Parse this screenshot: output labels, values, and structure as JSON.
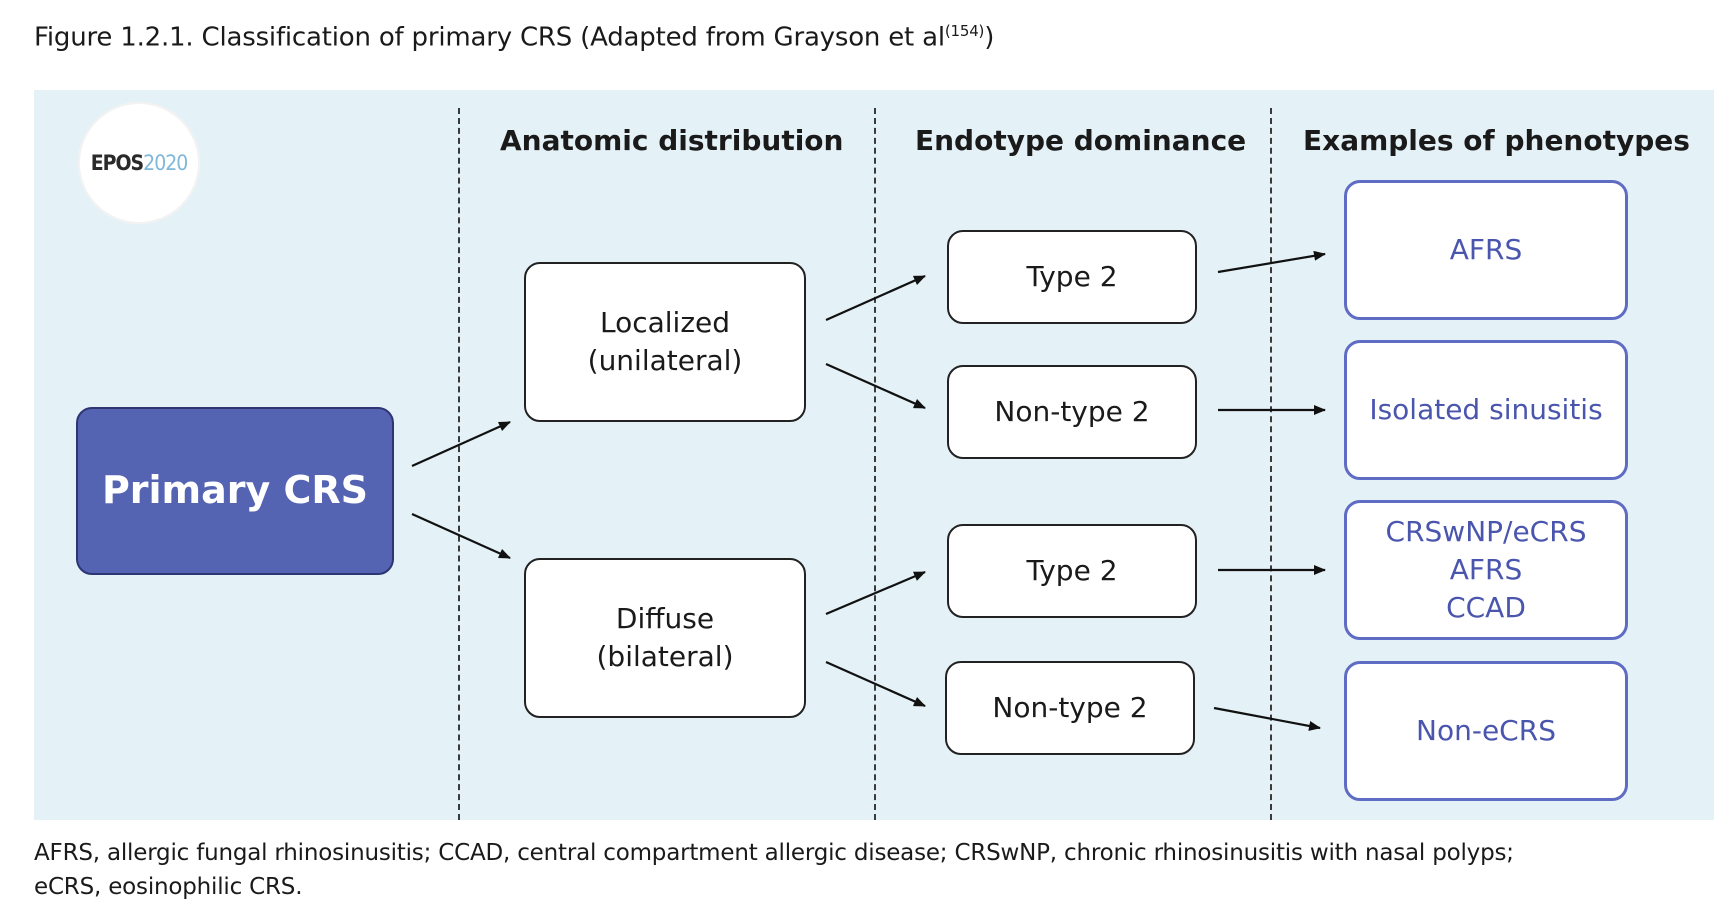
{
  "figure": {
    "caption": "Figure 1.2.1. Classification of primary CRS (Adapted from Grayson et al",
    "caption_ref": "(154)",
    "caption_close": ")"
  },
  "logo": {
    "brand": "EPOS",
    "year": "2020"
  },
  "headers": {
    "anatomic": "Anatomic distribution",
    "endotype": "Endotype dominance",
    "phenotype": "Examples of phenotypes"
  },
  "nodes": {
    "primary": "Primary CRS",
    "localized": [
      "Localized",
      "(unilateral)"
    ],
    "diffuse": [
      "Diffuse",
      "(bilateral)"
    ],
    "type2_a": "Type 2",
    "nontype2_a": "Non-type 2",
    "type2_b": "Type 2",
    "nontype2_b": "Non-type 2"
  },
  "phenotypes": {
    "afrs": "AFRS",
    "isolated": "Isolated sinusitis",
    "crswnp": [
      "CRSwNP/eCRS",
      "AFRS",
      "CCAD"
    ],
    "noncrs": "Non-eCRS"
  },
  "colors": {
    "panel": "#e4f1f7",
    "primary_fill": "#5563b3",
    "phenotype_accent": "#5f6cc3"
  },
  "footnote": {
    "line1": "AFRS, allergic fungal rhinosinusitis; CCAD, central compartment allergic disease; CRSwNP, chronic rhinosinusitis with nasal polyps;",
    "line2": "eCRS, eosinophilic CRS."
  }
}
